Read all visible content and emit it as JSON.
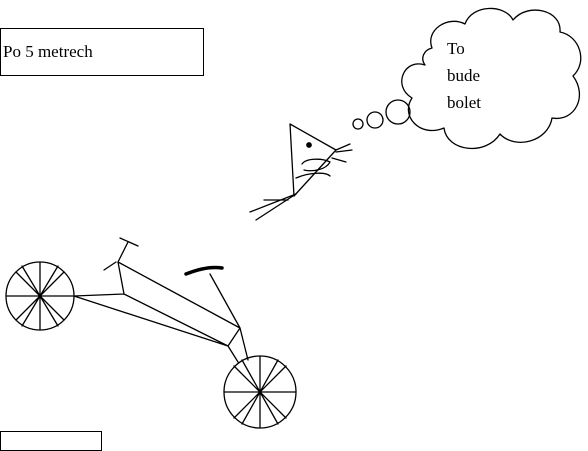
{
  "caption": {
    "text": "Po 5 metrech"
  },
  "thought_bubble": {
    "lines": [
      "To",
      "bude",
      "bolet"
    ]
  },
  "colors": {
    "ink": "#000000",
    "paper": "#ffffff"
  }
}
